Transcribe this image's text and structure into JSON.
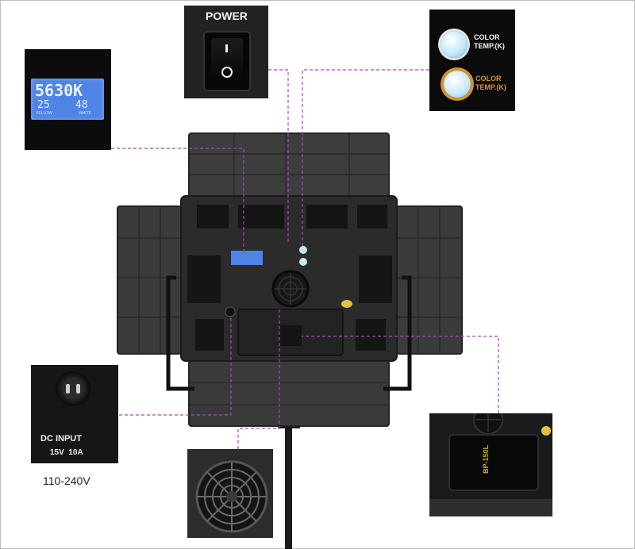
{
  "display_inset": {
    "color_temp": "5630K",
    "left_value": "25",
    "right_value": "48",
    "left_caption": "YELLOW",
    "right_caption": "WHITE",
    "screen_color": "#4d84e6"
  },
  "power_inset": {
    "title": "POWER",
    "on_symbol": "I",
    "off_symbol": "O"
  },
  "color_temp_inset": {
    "knob_label_top": "COLOR\nTEMP.(K)",
    "knob_label_bottom": "COLOR\nTEMP.(K)",
    "accent_color": "#d99528"
  },
  "dc_inset": {
    "title": "DC INPUT",
    "spec": "15V  10A",
    "voltage_caption": "110-240V"
  },
  "battery_inset": {
    "label": "BP-150L"
  },
  "icons": [
    "power-switch-icon",
    "knob-icon",
    "fan-icon",
    "dc-jack-icon",
    "battery-plate-icon"
  ],
  "colors": {
    "callout_line": "#b042c8",
    "panel_body": "#2b2b2b",
    "panel_flap": "#3a3a3a"
  }
}
